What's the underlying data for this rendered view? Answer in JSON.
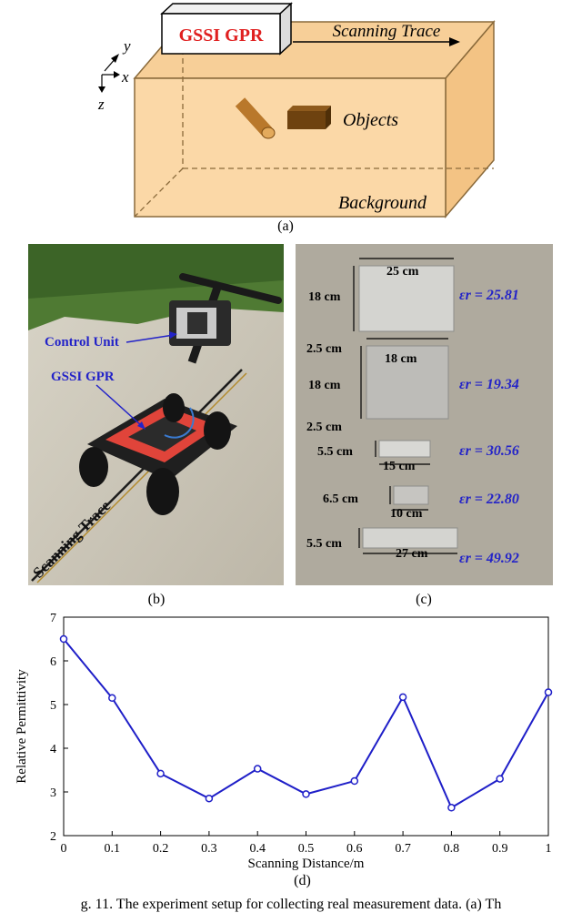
{
  "figure_a": {
    "gpr_label": "GSSI GPR",
    "trace_label": "Scanning Trace",
    "objects_label": "Objects",
    "background_label": "Background",
    "axis_x": "x",
    "axis_y": "y",
    "axis_z": "z",
    "caption": "(a)",
    "colors": {
      "box_fill": "#f7cf98",
      "box_stroke": "#8a6a3b",
      "gpr_red": "#e02020",
      "object_brown": "#7a4a12"
    }
  },
  "figure_b": {
    "control_unit_label": "Control Unit",
    "gpr_label": "GSSI GPR",
    "trace_label": "Scanning Trace",
    "caption": "(b)",
    "label_color": "#2323c8"
  },
  "figure_c": {
    "caption": "(c)",
    "dimensions": [
      "25 cm",
      "18 cm",
      "2.5 cm",
      "18 cm",
      "18 cm",
      "2.5 cm",
      "5.5 cm",
      "15 cm",
      "6.5 cm",
      "10 cm",
      "5.5 cm",
      "27 cm"
    ],
    "permittivity_labels": [
      "εr = 25.81",
      "εr = 19.34",
      "εr = 30.56",
      "εr = 22.80",
      "εr = 49.92"
    ],
    "label_color": "#2323c8"
  },
  "chart_data": {
    "type": "line",
    "x": [
      0,
      0.1,
      0.2,
      0.3,
      0.4,
      0.5,
      0.6,
      0.7,
      0.8,
      0.9,
      1.0
    ],
    "series": [
      {
        "values": [
          6.5,
          5.15,
          3.42,
          2.85,
          3.53,
          2.95,
          3.25,
          5.17,
          2.64,
          3.3,
          5.28
        ],
        "color": "#1f1fc8"
      }
    ],
    "xlabel": "Scanning Distance/m",
    "ylabel": "Relative Permittivity",
    "xlim": [
      0,
      1
    ],
    "ylim": [
      2,
      7
    ],
    "xticks": [
      "0",
      "0.1",
      "0.2",
      "0.3",
      "0.4",
      "0.5",
      "0.6",
      "0.7",
      "0.8",
      "0.9",
      "1"
    ],
    "yticks": [
      "2",
      "3",
      "4",
      "5",
      "6",
      "7"
    ],
    "grid": false,
    "caption": "(d)"
  },
  "figure_caption": "g. 11. The experiment setup for collecting real measurement data. (a) Th"
}
